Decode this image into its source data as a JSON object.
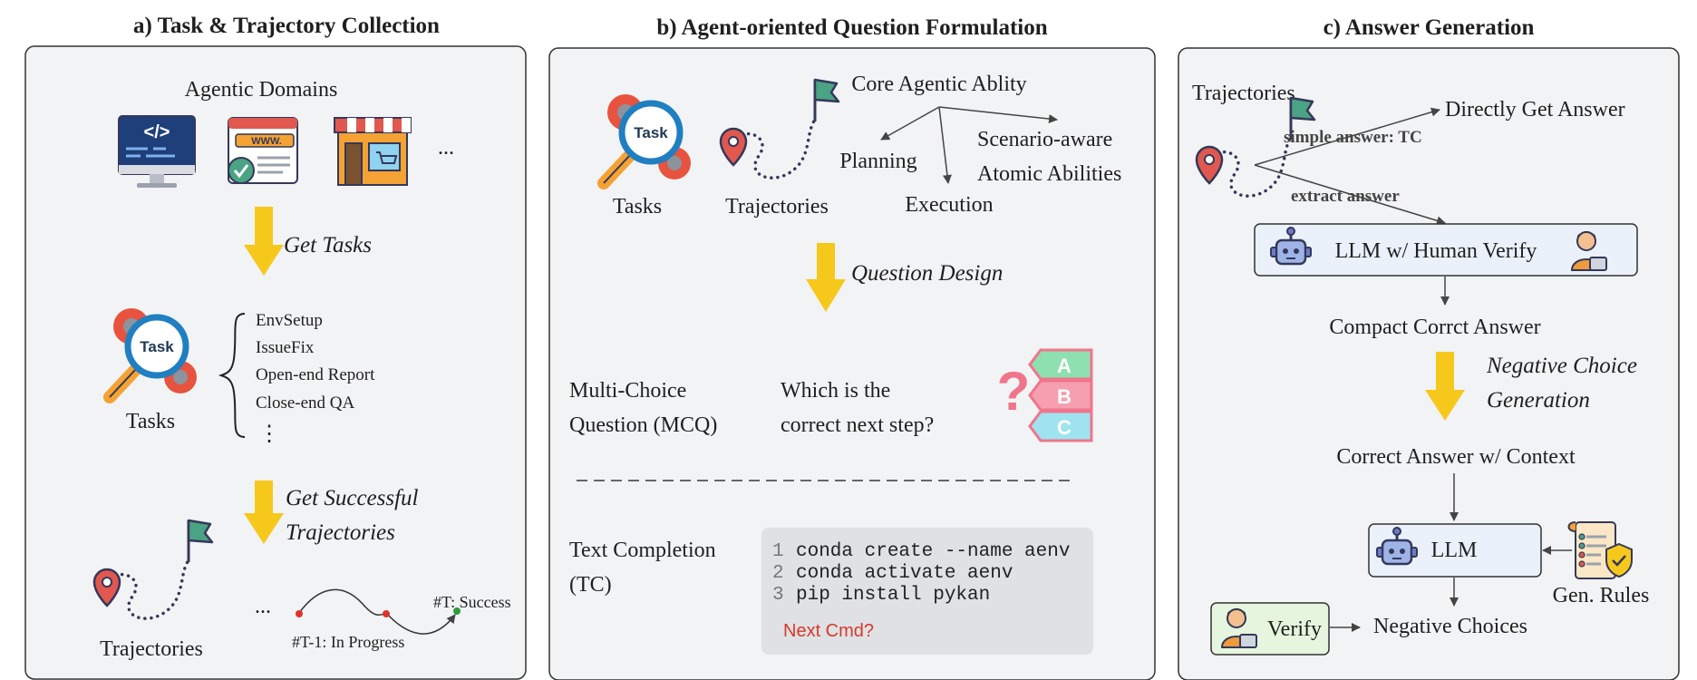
{
  "colors": {
    "panel_bg": "#f2f3f5",
    "panel_border": "#333333",
    "arrow_yellow": "#f7c81c",
    "code_bg": "#dfe1e4",
    "next_cmd": "#d63a2a",
    "llm_box_bg": "#eaf1fb",
    "verify_box_bg": "#e5f5de",
    "flag_green": "#4aa383",
    "pin_red": "#e0584f",
    "path_navy": "#34385a"
  },
  "panel_a": {
    "title": "a) Task & Trajectory Collection",
    "domains_label": "Agentic Domains",
    "domain_icons": [
      "code-monitor-icon",
      "web-browser-icon",
      "store-icon"
    ],
    "more": "...",
    "get_tasks": "Get Tasks",
    "tasks_label": "Tasks",
    "task_types": [
      "EnvSetup",
      "IssueFix",
      "Open-end Report",
      "Close-end QA"
    ],
    "task_more": "⋮",
    "get_successful": [
      "Get Successful",
      "Trajectories"
    ],
    "trajectories_label": "Trajectories",
    "traj_more": "...",
    "step_in_progress": "#T-1: In Progress",
    "step_success": "#T: Success"
  },
  "panel_b": {
    "title": "b) Agent-oriented Question Formulation",
    "tasks_label": "Tasks",
    "trajectories_label": "Trajectories",
    "core_ability": "Core Agentic Ablity",
    "planning": "Planning",
    "execution": "Execution",
    "scenario": [
      "Scenario-aware",
      "Atomic Abilities"
    ],
    "question_design": "Question Design",
    "mcq_label": [
      "Multi-Choice",
      "Question (MCQ)"
    ],
    "mcq_question": [
      "Which is the",
      "correct next step?"
    ],
    "abc": [
      "A",
      "B",
      "C"
    ],
    "tc_label": [
      "Text Completion",
      "(TC)"
    ],
    "code_lines": [
      {
        "n": "1",
        "text": "conda create --name aenv"
      },
      {
        "n": "2",
        "text": "conda activate aenv"
      },
      {
        "n": "3",
        "text": "pip install pykan"
      }
    ],
    "next_cmd": "Next Cmd?"
  },
  "panel_c": {
    "title": "c) Answer Generation",
    "trajectories_label": "Trajectories",
    "directly": "Directly Get Answer",
    "simple_answer": "simple answer: TC",
    "extract_answer": "extract answer",
    "llm_human": "LLM w/ Human Verify",
    "compact": "Compact Corrct Answer",
    "negative_gen": [
      "Negative Choice",
      "Generation"
    ],
    "correct_ctx": "Correct Answer w/ Context",
    "llm": "LLM",
    "gen_rules": "Gen. Rules",
    "verify": "Verify",
    "negative_choices": "Negative Choices"
  }
}
